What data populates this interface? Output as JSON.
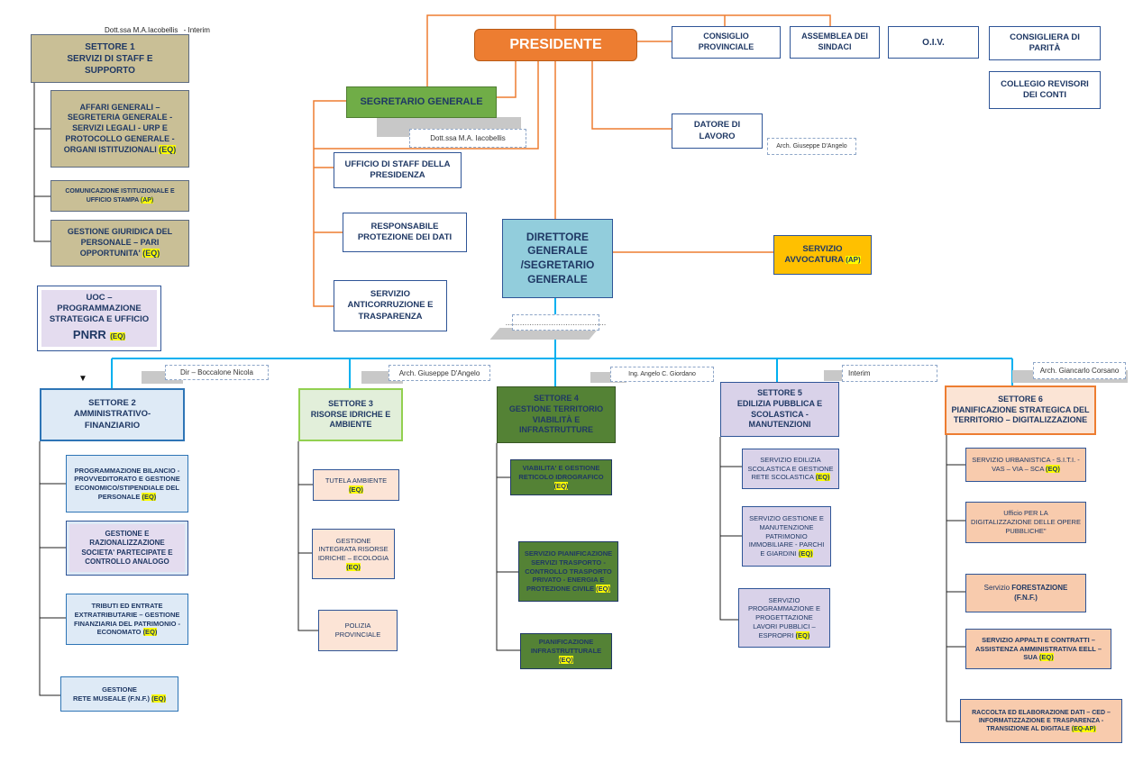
{
  "top_notes": {
    "interim_left": "Dott.ssa M.A.Iacobellis",
    "interim_suffix": "- Interim"
  },
  "presidente": "PRESIDENTE",
  "board": {
    "consiglio": "CONSIGLIO\nPROVINCIALE",
    "assemblea": "ASSEMBLEA DEI\nSINDACI",
    "oiv": "O.I.V.",
    "consigliera": "CONSIGLIERA DI\nPARITÀ",
    "collegio": "COLLEGIO REVISORI\nDEI CONTI"
  },
  "segretario": {
    "label": "SEGRETARIO GENERALE",
    "note": "Dott.ssa M.A. Iacobellis"
  },
  "datore": {
    "label": "DATORE DI\nLAVORO",
    "note": "Arch. Giuseppe D'Angelo"
  },
  "staff_units": {
    "ufficio_staff": "UFFICIO DI STAFF DELLA\nPRESIDENZA",
    "protezione_dati": "RESPONSABILE\nPROTEZIONE DEI DATI",
    "anticorruzione": "SERVIZIO\nANTICORRUZIONE E\nTRASPARENZA"
  },
  "direttore": {
    "label": "DIRETTORE\nGENERALE\n/SEGRETARIO\nGENERALE",
    "note": "……………………………………"
  },
  "avvocatura": {
    "label": "SERVIZIO\nAVVOCATURA",
    "tag": "(AP)"
  },
  "settore1": {
    "title": "SETTORE 1\nSERVIZI DI STAFF E\nSUPPORTO",
    "items": [
      {
        "text": "AFFARI GENERALI –\nSEGRETERIA GENERALE -\nSERVIZI LEGALI - URP E\nPROTOCOLLO GENERALE -\nORGANI ISTITUZIONALI",
        "tag": "(EQ)"
      },
      {
        "text": "COMUNICAZIONE ISTITUZIONALE E\nUFFICIO STAMPA",
        "tag": "(AP)"
      },
      {
        "text": "GESTIONE GIURIDICA DEL\nPERSONALE – PARI\nOPPORTUNITA'",
        "tag": "(EQ)"
      }
    ]
  },
  "uoc": {
    "text": "UOC –\nPROGRAMMAZIONE\nSTRATEGICA E UFFICIO",
    "pnrr": "PNRR",
    "tag": "(EQ)"
  },
  "arrow_symbol": "▼",
  "sector_notes": {
    "s2": "Dir – Boccalone Nicola",
    "s3": "Arch. Giuseppe D'Angelo",
    "s4": "Ing. Angelo C. Giordano",
    "s5": "Interim",
    "s6": "Arch. Giancarlo Corsano"
  },
  "settore2": {
    "title": "SETTORE 2\nAMMINISTRATIVO-\nFINANZIARIO",
    "items": [
      {
        "text": "PROGRAMMAZIONE BILANCIO -\nPROVVEDITORATO E GESTIONE\nECONOMICO/STIPENDIALE DEL\nPERSONALE",
        "tag": "(EQ)"
      },
      {
        "text": "GESTIONE E\nRAZIONALIZZAZIONE\nSOCIETA' PARTECIPATE E\nCONTROLLO ANALOGO",
        "tag": ""
      },
      {
        "text": "TRIBUTI ED ENTRATE\nEXTRATRIBUTARIE – GESTIONE\nFINANZIARIA DEL PATRIMONIO -\nECONOMATO",
        "tag": "(EQ)"
      },
      {
        "text": "GESTIONE\nRETE MUSEALE (F.N.F.)",
        "tag": "(EQ)"
      }
    ]
  },
  "settore3": {
    "title": "SETTORE 3\nRISORSE IDRICHE E\nAMBIENTE",
    "items": [
      {
        "text": "TUTELA AMBIENTE",
        "tag": "(EQ)"
      },
      {
        "text": "GESTIONE\nINTEGRATA RISORSE\nIDRICHE – ECOLOGIA",
        "tag": "(EQ)"
      },
      {
        "text": "POLIZIA\nPROVINCIALE",
        "tag": ""
      }
    ]
  },
  "settore4": {
    "title": "SETTORE 4\nGESTIONE TERRITORIO\nVIABILITÀ E\nINFRASTRUTTURE",
    "items": [
      {
        "text": "VIABILITA' E GESTIONE\nRETICOLO IDROGRAFICO",
        "tag": "(EQ)"
      },
      {
        "text": "SERVIZIO PIANIFICAZIONE\nSERVIZI TRASPORTO -\nCONTROLLO TRASPORTO\nPRIVATO - ENERGIA E\nPROTEZIONE CIVILE",
        "tag": "(EQ)"
      },
      {
        "text": "PIANIFICAZIONE\nINFRASTRUTTURALE",
        "tag": "(EQ)"
      }
    ]
  },
  "settore5": {
    "title": "SETTORE 5\nEDILIZIA PUBBLICA E\nSCOLASTICA -\nMANUTENZIONI",
    "items": [
      {
        "text": "SERVIZIO EDILIZIA\nSCOLASTICA E GESTIONE\nRETE SCOLASTICA",
        "tag": "(EQ)"
      },
      {
        "text": "SERVIZIO GESTIONE E\nMANUTENZIONE\nPATRIMONIO\nIMMOBILIARE - PARCHI\nE GIARDINI",
        "tag": "(EQ)"
      },
      {
        "text": "SERVIZIO\nPROGRAMMAZIONE E\nPROGETTAZIONE\nLAVORI PUBBLICI –\nESPROPRI",
        "tag": "(EQ)"
      }
    ]
  },
  "settore6": {
    "title": "SETTORE 6\nPIANIFICAZIONE STRATEGICA DEL\nTERRITORIO – DIGITALIZZAZIONE",
    "items": [
      {
        "text": "SERVIZIO URBANISTICA - S.I.T.I. -\nVAS – VIA – SCA",
        "tag": "(EQ)"
      },
      {
        "text": "Ufficio PER LA\nDIGITALIZZAZIONE DELLE OPERE\nPUBBLICHE\"",
        "tag": ""
      },
      {
        "text": "Servizio",
        "bold": "FORESTAZIONE\n(F.N.F.)",
        "tag": ""
      },
      {
        "text": "SERVIZIO APPALTI E CONTRATTI –\nASSISTENZA AMMINISTRATIVA EELL –\nSUA",
        "tag": "(EQ)"
      },
      {
        "text": "RACCOLTA ED ELABORAZIONE DATI – CED –\nINFORMATIZZAZIONE E TRASPARENZA -\nTRANSIZIONE AL DIGITALE",
        "tag": "(EQ-AP)"
      }
    ]
  },
  "colors": {
    "orange_line": "#ed7d31",
    "blue_line": "#00b0f0",
    "presidente": "#ed7d31",
    "segretario": "#70ad47",
    "direttore": "#92cddc",
    "avvocatura": "#ffc000"
  }
}
